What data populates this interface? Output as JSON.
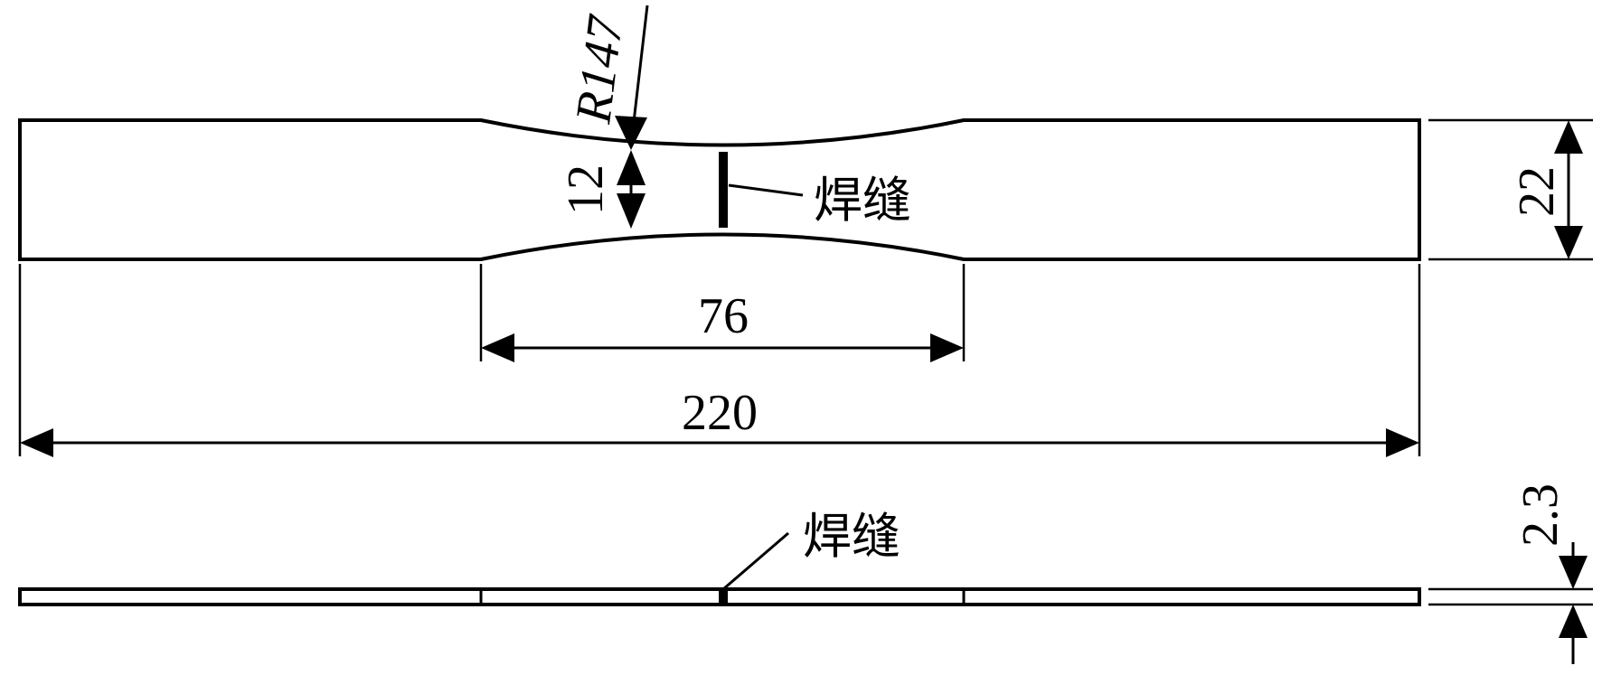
{
  "drawing": {
    "top_view": {
      "dimensions": {
        "overall_length": "220",
        "gauge_length": "76",
        "overall_width": "22",
        "neck_width": "12",
        "fillet_radius": "R147"
      },
      "weld_label": "焊缝"
    },
    "side_view": {
      "dimensions": {
        "thickness": "2.3"
      },
      "weld_label": "焊缝"
    }
  }
}
